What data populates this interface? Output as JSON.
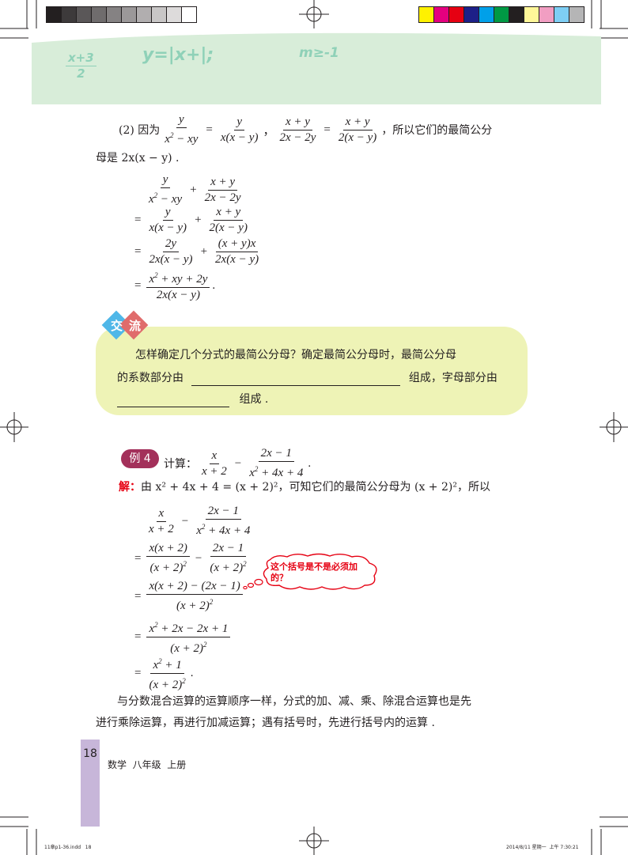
{
  "colors": {
    "header_green": "#d8edd9",
    "discussion_bg": "#eef3b6",
    "accent_red": "#e60012",
    "example_badge": "#a3305a",
    "page_num_bg": "#c7b6d9",
    "gray_bar": [
      "#231f20",
      "#3d3a3b",
      "#5a5758",
      "#6f6c6d",
      "#858283",
      "#9b9899",
      "#b1aeaf",
      "#c8c6c6",
      "#dddbdb",
      "#ffffff"
    ],
    "cmyk_bar": [
      "#fff100",
      "#e4007f",
      "#e60012",
      "#1d2088",
      "#00a0e9",
      "#009944",
      "#231f20",
      "#fff799",
      "#f19ec2",
      "#7ecef4",
      "#b5b5b6"
    ]
  },
  "header": {
    "handwriting_frac_num": "x+3",
    "handwriting_frac_den": "2",
    "handwriting_eq": "y=|x+|;",
    "handwriting_ineq": "m≥-1"
  },
  "part2": {
    "intro_prefix": "(2) 因为",
    "intro_suffix": "，所以它们的最简公分",
    "intro_line2": "母是 2x(x − y) ."
  },
  "discussion": {
    "badge_chars": [
      "交",
      "流"
    ],
    "line1": "怎样确定几个分式的最简公分母？确定最简公分母时，最简公分母",
    "line2_before": "的系数部分由",
    "line2_after": "组成，字母部分由",
    "line3_after": "组成 ."
  },
  "example4": {
    "badge": "例 4",
    "prompt": "计算：",
    "solution_label": "解：",
    "solution_text": "由 x² + 4x + 4 = (x + 2)²，可知它们的最简公分母为 (x + 2)²，所以",
    "thought_bubble": "这个括号是不是必须加的？"
  },
  "summary": {
    "line1": "与分数混合运算的运算顺序一样，分式的加、减、乘、除混合运算也是先",
    "line2": "进行乘除运算，再进行加减运算；遇有括号时，先进行括号内的运算 ."
  },
  "footer": {
    "page_number": "18",
    "book_title": "数学  八年级  上册",
    "file_info": "11章p1-36.indd   18",
    "timestamp": "2014/8/11 星期一  上午 7:30:21"
  }
}
